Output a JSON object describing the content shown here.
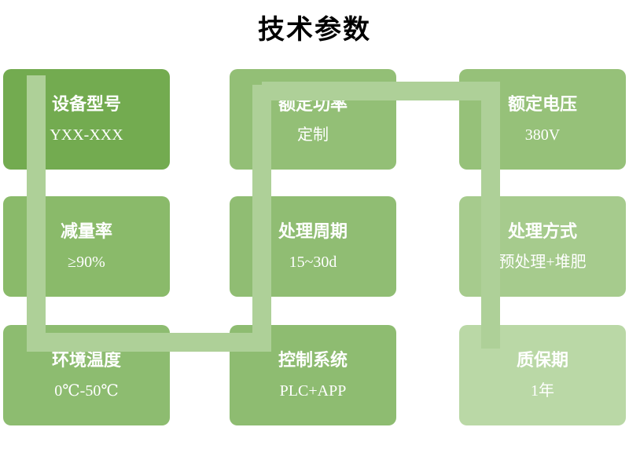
{
  "title": "技术参数",
  "colors": {
    "connector": "#aed098",
    "title_color": "#000000",
    "text": "#ffffff"
  },
  "cards": [
    {
      "label": "设备型号",
      "value": "YXX-XXX",
      "color": "#73ab50"
    },
    {
      "label": "额定功率",
      "value": "定制",
      "color": "#93bf76"
    },
    {
      "label": "额定电压",
      "value": "380V",
      "color": "#96c179"
    },
    {
      "label": "减量率",
      "value": "≥90%",
      "color": "#8aba6a"
    },
    {
      "label": "处理周期",
      "value": "15~30d",
      "color": "#90bd73"
    },
    {
      "label": "处理方式",
      "value": "预处理+堆肥",
      "color": "#a6cb8d"
    },
    {
      "label": "环境温度",
      "value": "0℃-50℃",
      "color": "#8dbc70"
    },
    {
      "label": "控制系统",
      "value": "PLC+APP",
      "color": "#8ebc71"
    },
    {
      "label": "质保期",
      "value": "1年",
      "color": "#bad8a6"
    }
  ]
}
